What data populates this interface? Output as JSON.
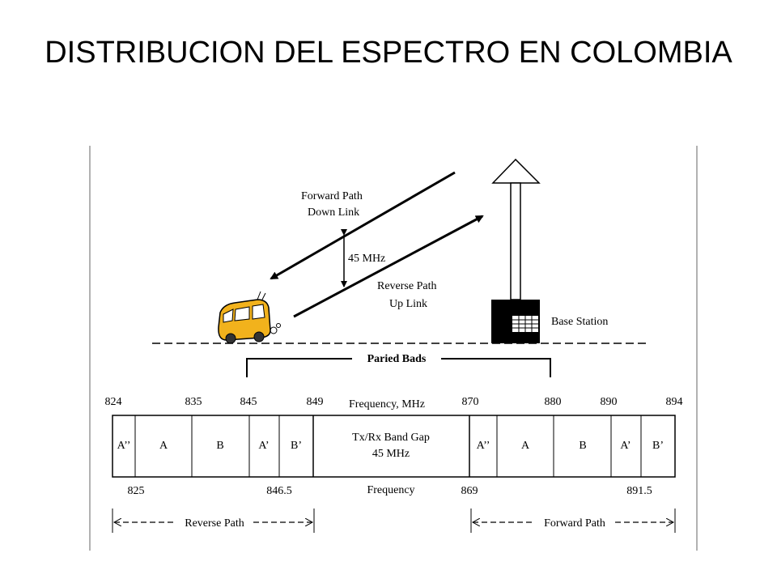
{
  "slide": {
    "title": "DISTRIBUCION DEL ESPECTRO EN COLOMBIA"
  },
  "diagram": {
    "forward_path_line1": "Forward Path",
    "forward_path_line2": "Down Link",
    "separation": "45 MHz",
    "reverse_path_line1": "Reverse Path",
    "reverse_path_line2": "Up Link",
    "base_station": "Base Station",
    "paired_bands": "Paried Bads",
    "frequency_header": "Frequency, MHz",
    "frequency_footer": "Frequency",
    "gap_line1": "Tx/Rx Band Gap",
    "gap_line2": "45 MHz",
    "reverse_path_range": "Reverse Path",
    "forward_path_range": "Forward Path",
    "top_frequencies": [
      "824",
      "835",
      "845",
      "849",
      "870",
      "880",
      "890",
      "894"
    ],
    "bottom_frequencies": [
      "825",
      "846.5",
      "869",
      "891.5"
    ],
    "segments": [
      "A’’",
      "A",
      "B",
      "A’",
      "B’",
      "A’’",
      "A",
      "B",
      "A’",
      "B’"
    ],
    "base_station_color": "#000000",
    "vehicle_color": "#f2b21c"
  }
}
